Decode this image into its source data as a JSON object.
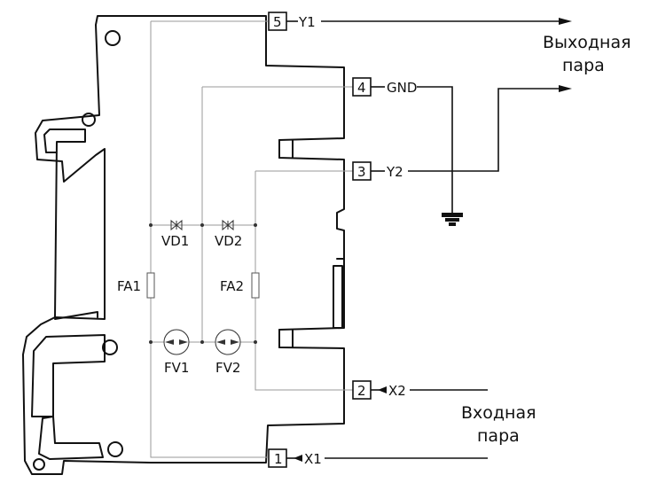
{
  "terminals": {
    "t5": {
      "number": "5",
      "signal": "Y1"
    },
    "t4": {
      "number": "4",
      "signal": "GND"
    },
    "t3": {
      "number": "3",
      "signal": "Y2"
    },
    "t2": {
      "number": "2",
      "signal": "X2"
    },
    "t1": {
      "number": "1",
      "signal": "X1"
    }
  },
  "components": {
    "vd1": "VD1",
    "vd2": "VD2",
    "fa1": "FA1",
    "fa2": "FA2",
    "fv1": "FV1",
    "fv2": "FV2"
  },
  "output_pair": {
    "line1": "Выходная",
    "line2": "пара"
  },
  "input_pair": {
    "line1": "Входная",
    "line2": "пара"
  }
}
